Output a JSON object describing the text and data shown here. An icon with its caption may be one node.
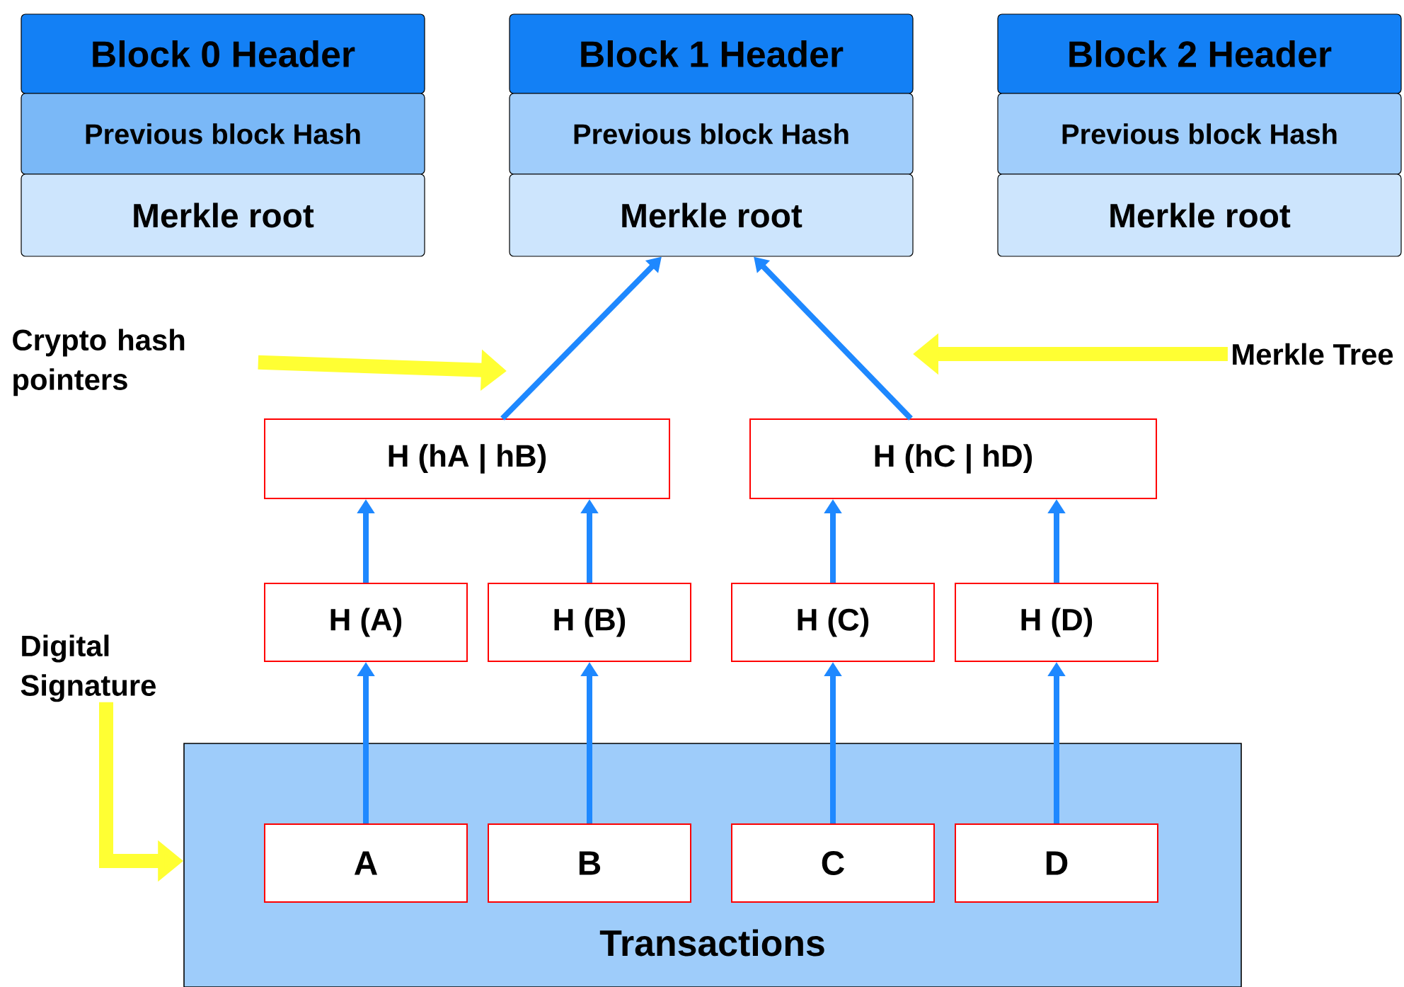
{
  "diagram": {
    "nodes": [
      {
        "text": [
          "Block 0 Header"
        ]
      },
      {
        "text": [
          "Previous block Hash"
        ]
      },
      {
        "text": [
          "Merkle root"
        ]
      },
      {
        "text": [
          "Block 1 Header"
        ]
      },
      {
        "text": [
          "Previous block Hash"
        ]
      },
      {
        "text": [
          "Merkle root"
        ]
      },
      {
        "text": [
          "Block 2 Header"
        ]
      },
      {
        "text": [
          "Previous block Hash"
        ]
      },
      {
        "text": [
          "Merkle root"
        ]
      },
      {
        "text": [
          "Crypto hash pointers"
        ]
      },
      {
        "text": [
          "Merkle Tree"
        ]
      },
      {
        "text": [
          "H (hA | hB)"
        ]
      },
      {
        "text": [
          "H (hC | hD)"
        ]
      },
      {
        "text": [
          "H (A)"
        ]
      },
      {
        "text": [
          "H (B)"
        ]
      },
      {
        "text": [
          "H (C)"
        ]
      },
      {
        "text": [
          "H (D)"
        ]
      },
      {
        "text": [
          "Digital Signature"
        ]
      },
      {
        "text": [
          "Transactions"
        ]
      },
      {
        "text": [
          "A"
        ],
        "in": 18
      },
      {
        "text": [
          "B"
        ],
        "in": 18
      },
      {
        "text": [
          "C"
        ],
        "in": 18
      },
      {
        "text": [
          "D"
        ],
        "in": 18
      }
    ],
    "edges": [
      {
        "from": 11,
        "to": 5,
        "arrow": "to"
      },
      {
        "from": 12,
        "to": 5,
        "arrow": "to"
      },
      {
        "from": 13,
        "to": 11,
        "arrow": "to"
      },
      {
        "from": 14,
        "to": 11,
        "arrow": "to"
      },
      {
        "from": 15,
        "to": 12,
        "arrow": "to"
      },
      {
        "from": 16,
        "to": 12,
        "arrow": "to"
      },
      {
        "from": 19,
        "to": 13,
        "arrow": "to"
      },
      {
        "from": 20,
        "to": 14,
        "arrow": "to"
      },
      {
        "from": 21,
        "to": 15,
        "arrow": "to"
      },
      {
        "from": 22,
        "to": 16,
        "arrow": "to"
      },
      {
        "from": 9,
        "to": null,
        "arrow": "to",
        "style": "thick",
        "color": "#ffff33"
      },
      {
        "from": 10,
        "to": null,
        "arrow": "to",
        "style": "thick",
        "color": "#ffff33"
      },
      {
        "from": 17,
        "to": 18,
        "arrow": "to",
        "style": "thick",
        "color": "#ffff33"
      }
    ]
  }
}
